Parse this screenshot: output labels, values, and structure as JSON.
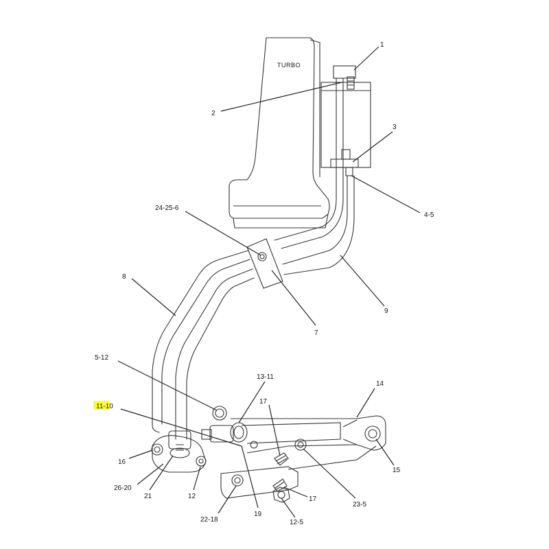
{
  "turbo_label": "TURBO",
  "highlight_color": "#ffff33",
  "callouts": [
    {
      "id": "c1",
      "text": "1"
    },
    {
      "id": "c2",
      "text": "2"
    },
    {
      "id": "c3",
      "text": "3"
    },
    {
      "id": "c45",
      "text": "4-5"
    },
    {
      "id": "c2456",
      "text": "24-25-6"
    },
    {
      "id": "c7",
      "text": "7"
    },
    {
      "id": "c8",
      "text": "8"
    },
    {
      "id": "c9",
      "text": "9"
    },
    {
      "id": "c512",
      "text": "5-12"
    },
    {
      "id": "c1311",
      "text": "13-11"
    },
    {
      "id": "c14",
      "text": "14"
    },
    {
      "id": "c17a",
      "text": "17"
    },
    {
      "id": "c1110",
      "text": "11-10"
    },
    {
      "id": "c16",
      "text": "16"
    },
    {
      "id": "c15",
      "text": "15"
    },
    {
      "id": "c2620",
      "text": "26-20"
    },
    {
      "id": "c21",
      "text": "21"
    },
    {
      "id": "c12",
      "text": "12"
    },
    {
      "id": "c17b",
      "text": "17"
    },
    {
      "id": "c235",
      "text": "23-5"
    },
    {
      "id": "c2218",
      "text": "22-18"
    },
    {
      "id": "c19",
      "text": "19"
    },
    {
      "id": "c125",
      "text": "12-5"
    }
  ]
}
